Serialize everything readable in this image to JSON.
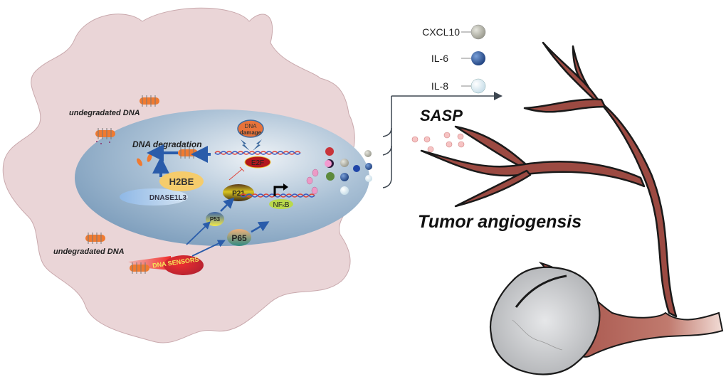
{
  "figure": {
    "cell": {
      "undegraded_dna_top": "undegradated DNA",
      "undegraded_dna_bottom": "undegradated DNA",
      "dna_sensors": "DNA SENSORS"
    },
    "nucleus": {
      "dna_degradation": "DNA degradation",
      "dna_damage_line1": "DNA",
      "dna_damage_line2": "damage",
      "e2f": "E2F",
      "h2be": "H2BE",
      "dnase1l3": "DNASE1L3",
      "p21": "P21",
      "p53": "P53",
      "p65": "P65",
      "nfkb_prefix": "NF",
      "nfkb_kappa": "κ",
      "nfkb_suffix": "B"
    },
    "legend": [
      {
        "label": "CXCL10",
        "color": "#a8a89c"
      },
      {
        "label": "IL-6",
        "color": "#2d5597"
      },
      {
        "label": "IL-8",
        "color": "#dcedf3"
      }
    ],
    "sasp_label": "SASP",
    "angiogenesis_label": "Tumor angiogensis",
    "colors": {
      "cell": "#ead5d7",
      "nucleus": "#a9c1d6",
      "vessel": "#9c4a42",
      "arrow_blue": "#2a5caa",
      "sasp_particle": "#f6c3c3",
      "tumor": "#c9cacc"
    }
  }
}
